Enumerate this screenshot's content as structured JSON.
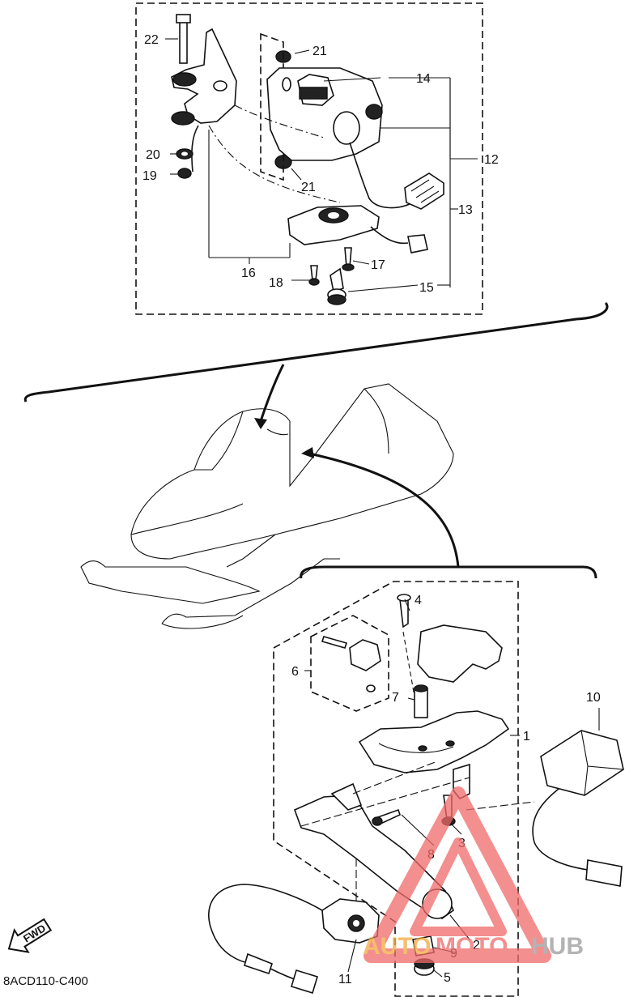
{
  "diagram": {
    "callouts": {
      "c1": "1",
      "c2": "2",
      "c3": "3",
      "c4": "4",
      "c5": "5",
      "c6": "6",
      "c7": "7",
      "c8": "8",
      "c9": "9",
      "c10": "10",
      "c11": "11",
      "c12": "12",
      "c13": "13",
      "c14": "14",
      "c15": "15",
      "c16": "16",
      "c17": "17",
      "c18": "18",
      "c19": "19",
      "c20": "20",
      "c21a": "21",
      "c21b": "21",
      "c22": "22"
    },
    "drawing_code": "8ACD110-C400",
    "fwd_label": "FWD"
  },
  "watermark": {
    "part1": "AUTO",
    "part2": "MOTO",
    "part3": "HUB",
    "colors": {
      "orange": "#f2a93b",
      "pink": "#f06a6a",
      "gray": "#9a9a9a"
    }
  }
}
